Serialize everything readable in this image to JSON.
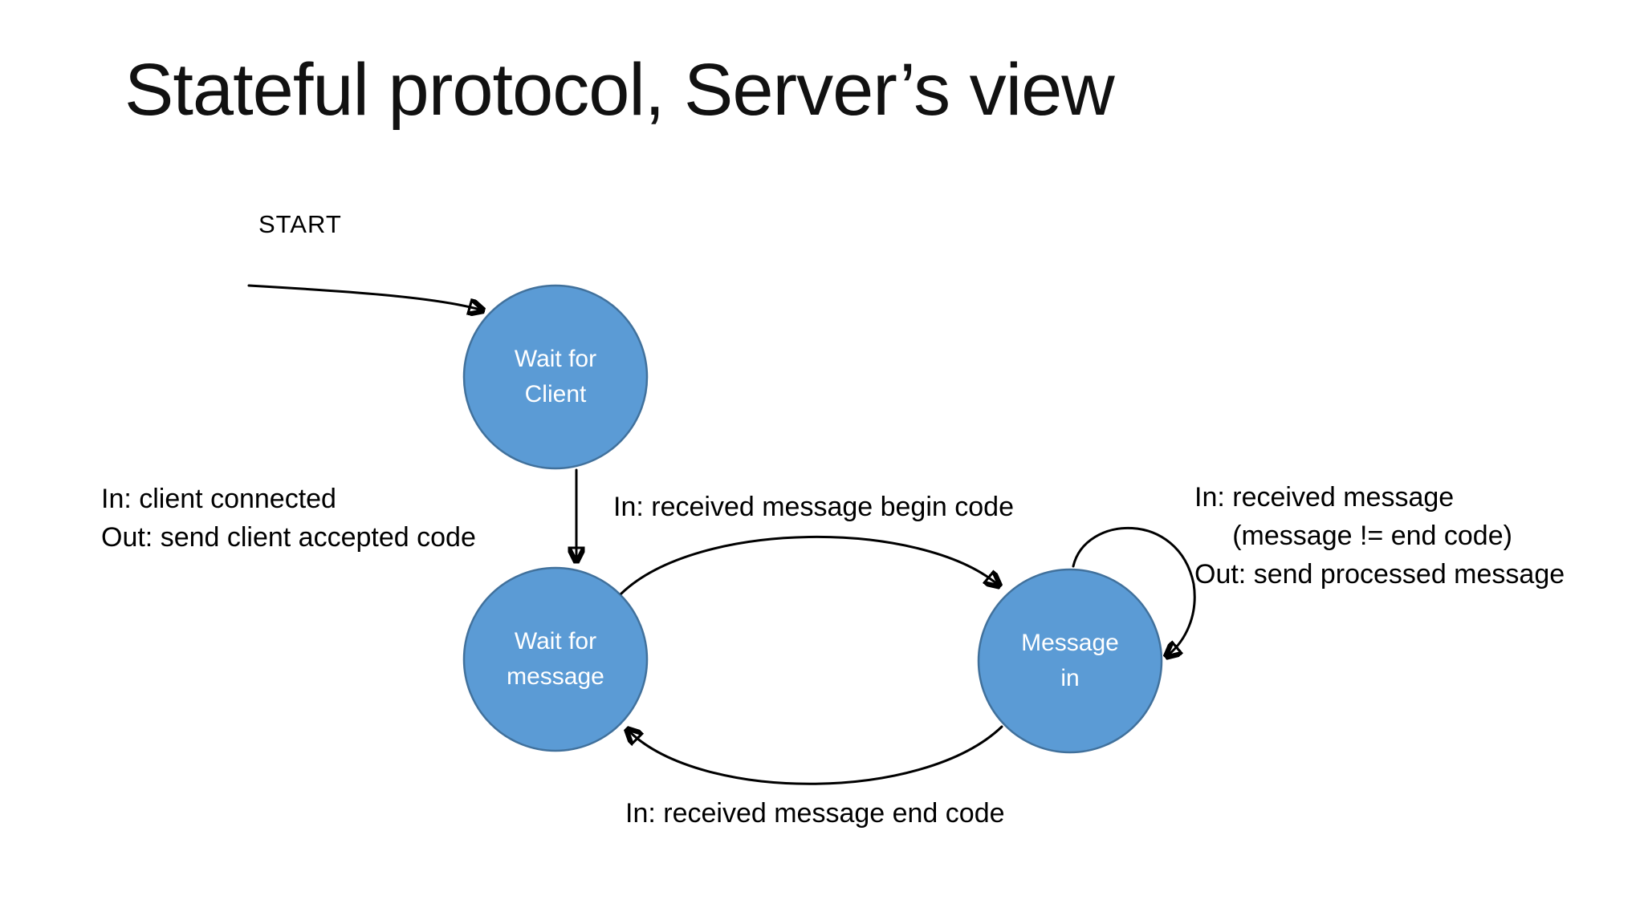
{
  "slide": {
    "title": "Stateful protocol, Server’s view"
  },
  "colors": {
    "background": "#FFFFFF",
    "state_fill": "#5B9BD5",
    "state_border": "#41719C",
    "arrow": "#000000",
    "label_text": "#000000",
    "state_text": "#FFFFFF"
  },
  "diagram": {
    "start_label": "START",
    "states": [
      {
        "name": "wait-for-client",
        "label": "Wait for\nClient"
      },
      {
        "name": "wait-for-message",
        "label": "Wait for\nmessage"
      },
      {
        "name": "message-in",
        "label": "Message\nin"
      }
    ],
    "transitions": [
      {
        "name": "start-to-wait-for-client",
        "from": "START",
        "to": "Wait for Client",
        "label": ""
      },
      {
        "name": "wait-for-client-to-wait-for-message",
        "from": "Wait for Client",
        "to": "Wait for message",
        "label": "In: client connected\nOut: send client accepted code"
      },
      {
        "name": "wait-for-message-to-message-in",
        "from": "Wait for message",
        "to": "Message in",
        "label": "In: received message begin code"
      },
      {
        "name": "message-in-self-loop",
        "from": "Message in",
        "to": "Message in",
        "label": "In: received message\n     (message != end code)\nOut: send processed message"
      },
      {
        "name": "message-in-to-wait-for-message",
        "from": "Message in",
        "to": "Wait for message",
        "label": "In: received message end code"
      }
    ]
  }
}
